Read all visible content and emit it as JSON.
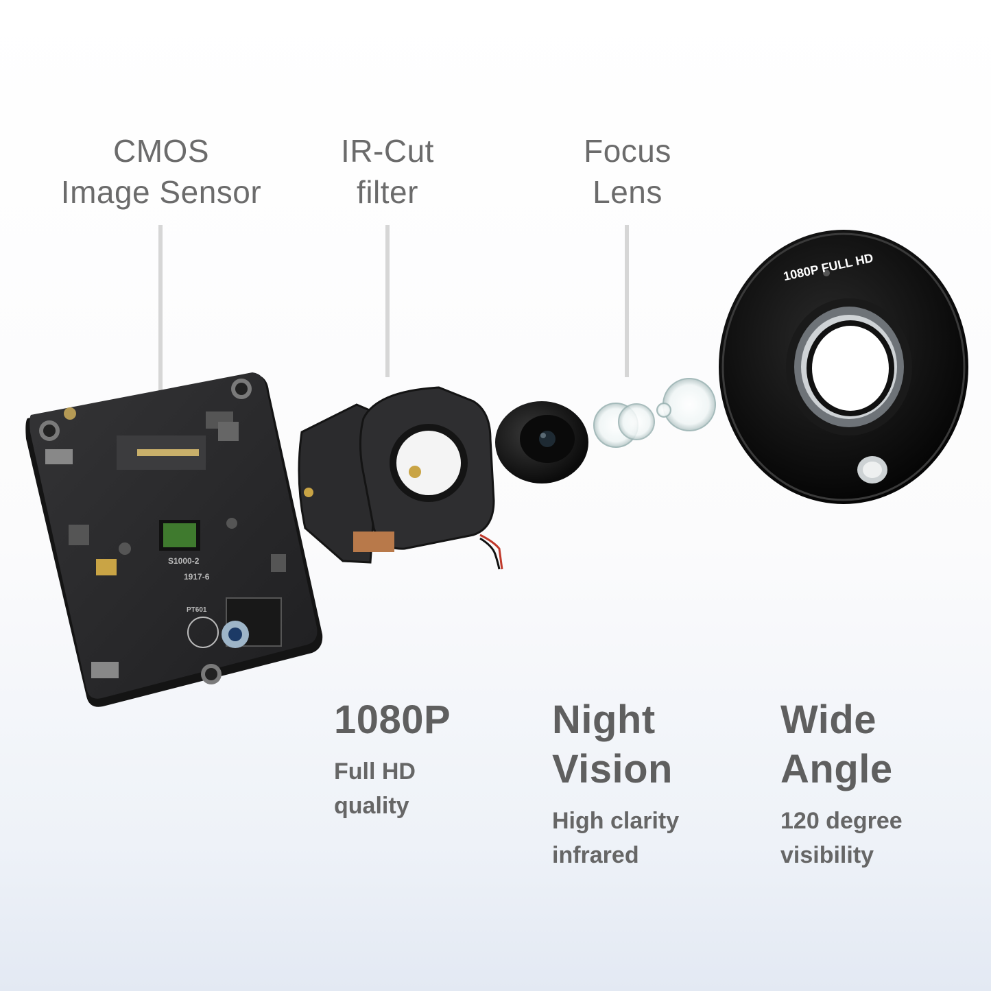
{
  "labels": {
    "cmos": [
      "CMOS",
      "Image Sensor"
    ],
    "ircut": [
      "IR-Cut",
      "filter"
    ],
    "focus": [
      "Focus",
      "Lens"
    ]
  },
  "features": [
    {
      "title": [
        "1080P"
      ],
      "desc": [
        "Full HD",
        "quality"
      ]
    },
    {
      "title": [
        "Night",
        "Vision"
      ],
      "desc": [
        "High clarity",
        "infrared"
      ]
    },
    {
      "title": [
        "Wide",
        "Angle"
      ],
      "desc": [
        "120 degree",
        "visibility"
      ]
    }
  ],
  "lens_ring_text": "1080P FULL HD",
  "colors": {
    "label_text": "#6b6b6b",
    "feature_text": "#5f5f5f",
    "leader_line": "#d6d6d6",
    "pcb": "#2a2a2c",
    "lens_black": "#0d0d0d"
  }
}
